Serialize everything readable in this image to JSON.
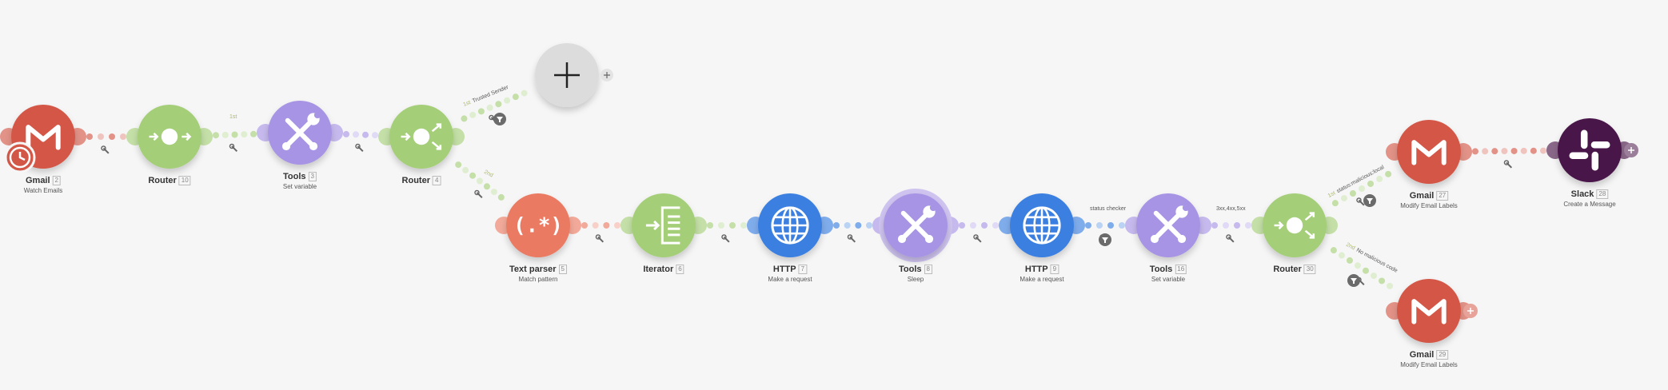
{
  "modules": [
    {
      "id": "gmail-2",
      "name": "Gmail",
      "num": "2",
      "sub": "Watch Emails",
      "icon": "gmail-icon",
      "color": "#d35746"
    },
    {
      "id": "router-10",
      "name": "Router",
      "num": "10",
      "sub": "",
      "icon": "router-icon",
      "color": "#a4ce78"
    },
    {
      "id": "tools-3",
      "name": "Tools",
      "num": "3",
      "sub": "Set variable",
      "icon": "tools-icon",
      "color": "#a794e4"
    },
    {
      "id": "router-4",
      "name": "Router",
      "num": "4",
      "sub": "",
      "icon": "router-icon",
      "color": "#a4ce78"
    },
    {
      "id": "add-module",
      "name": "",
      "num": "",
      "sub": "",
      "icon": "plus-icon",
      "color": "#dcdcdc"
    },
    {
      "id": "textparser-5",
      "name": "Text parser",
      "num": "5",
      "sub": "Match pattern",
      "icon": "regex-icon",
      "color": "#eb7a62"
    },
    {
      "id": "iterator-6",
      "name": "Iterator",
      "num": "6",
      "sub": "",
      "icon": "iterator-icon",
      "color": "#a4ce78"
    },
    {
      "id": "http-7",
      "name": "HTTP",
      "num": "7",
      "sub": "Make a request",
      "icon": "globe-icon",
      "color": "#3a7fe0"
    },
    {
      "id": "tools-8",
      "name": "Tools",
      "num": "8",
      "sub": "Sleep",
      "icon": "tools-icon",
      "color": "#a794e4"
    },
    {
      "id": "http-9",
      "name": "HTTP",
      "num": "9",
      "sub": "Make a request",
      "icon": "globe-icon",
      "color": "#3a7fe0"
    },
    {
      "id": "tools-16",
      "name": "Tools",
      "num": "16",
      "sub": "Set variable",
      "icon": "tools-icon",
      "color": "#a794e4"
    },
    {
      "id": "router-30",
      "name": "Router",
      "num": "30",
      "sub": "",
      "icon": "router-icon",
      "color": "#a4ce78"
    },
    {
      "id": "gmail-27",
      "name": "Gmail",
      "num": "27",
      "sub": "Modify Email Labels",
      "icon": "gmail-icon",
      "color": "#d35746"
    },
    {
      "id": "slack-28",
      "name": "Slack",
      "num": "28",
      "sub": "Create a Message",
      "icon": "slack-icon",
      "color": "#4a1548"
    },
    {
      "id": "gmail-29",
      "name": "Gmail",
      "num": "29",
      "sub": "Modify Email Labels",
      "icon": "gmail-icon",
      "color": "#d35746"
    }
  ],
  "routes": [
    {
      "id": "route-router10-1st",
      "order": "1st",
      "label": ""
    },
    {
      "id": "route-router4-1st",
      "order": "1st",
      "label": "Trusted Sender"
    },
    {
      "id": "route-router4-2nd",
      "order": "2nd",
      "label": ""
    },
    {
      "id": "route-http9-filter",
      "order": "",
      "label": "status checker"
    },
    {
      "id": "route-tools16-filter",
      "order": "",
      "label": "3xx,4xx,5xx"
    },
    {
      "id": "route-router30-1st",
      "order": "1st",
      "label": "status:malicious:local"
    },
    {
      "id": "route-router30-2nd",
      "order": "2nd",
      "label": "No malicious code"
    }
  ]
}
